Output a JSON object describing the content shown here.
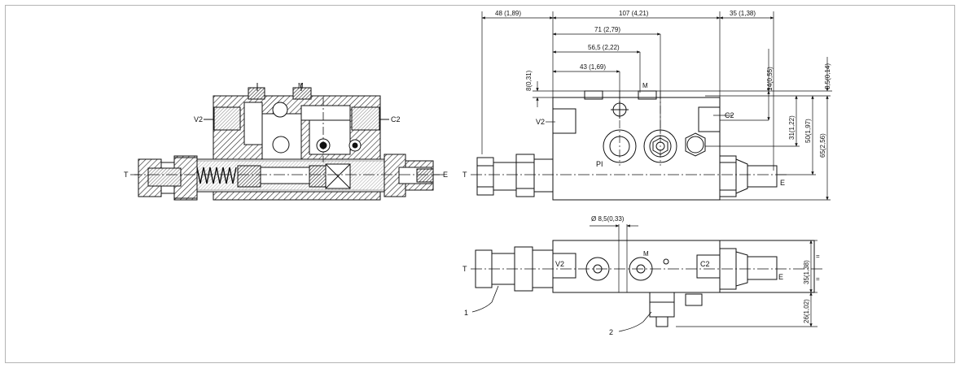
{
  "section_view": {
    "ports": {
      "t": "T",
      "e": "E",
      "v2": "V2",
      "c2": "C2",
      "m": "M"
    }
  },
  "front_view": {
    "ports": {
      "t": "T",
      "e": "E",
      "v2": "V2",
      "c2": "C2",
      "m": "M",
      "pi": "PI"
    },
    "dims": {
      "d48": "48 (1,89)",
      "d107": "107 (4,21)",
      "d35": "35 (1,38)",
      "d71": "71 (2,79)",
      "d56": "56,5 (2,22)",
      "d43": "43 (1,69)",
      "d8": "8(0,31)",
      "d3": "3,5(0,14)",
      "d14": "14(0,55)",
      "d31": "31(1,22)",
      "d50": "50(1,97)",
      "d65": "65(2,56)"
    }
  },
  "top_view": {
    "ports": {
      "t": "T",
      "e": "E",
      "v2": "V2",
      "c2": "C2",
      "m": "M"
    },
    "dims": {
      "hole": "Ø 8,5(0,33)",
      "d35": "35(1,38)",
      "d26": "26(1,02)",
      "eq": "="
    },
    "callouts": {
      "c1": "1",
      "c2": "2"
    }
  }
}
